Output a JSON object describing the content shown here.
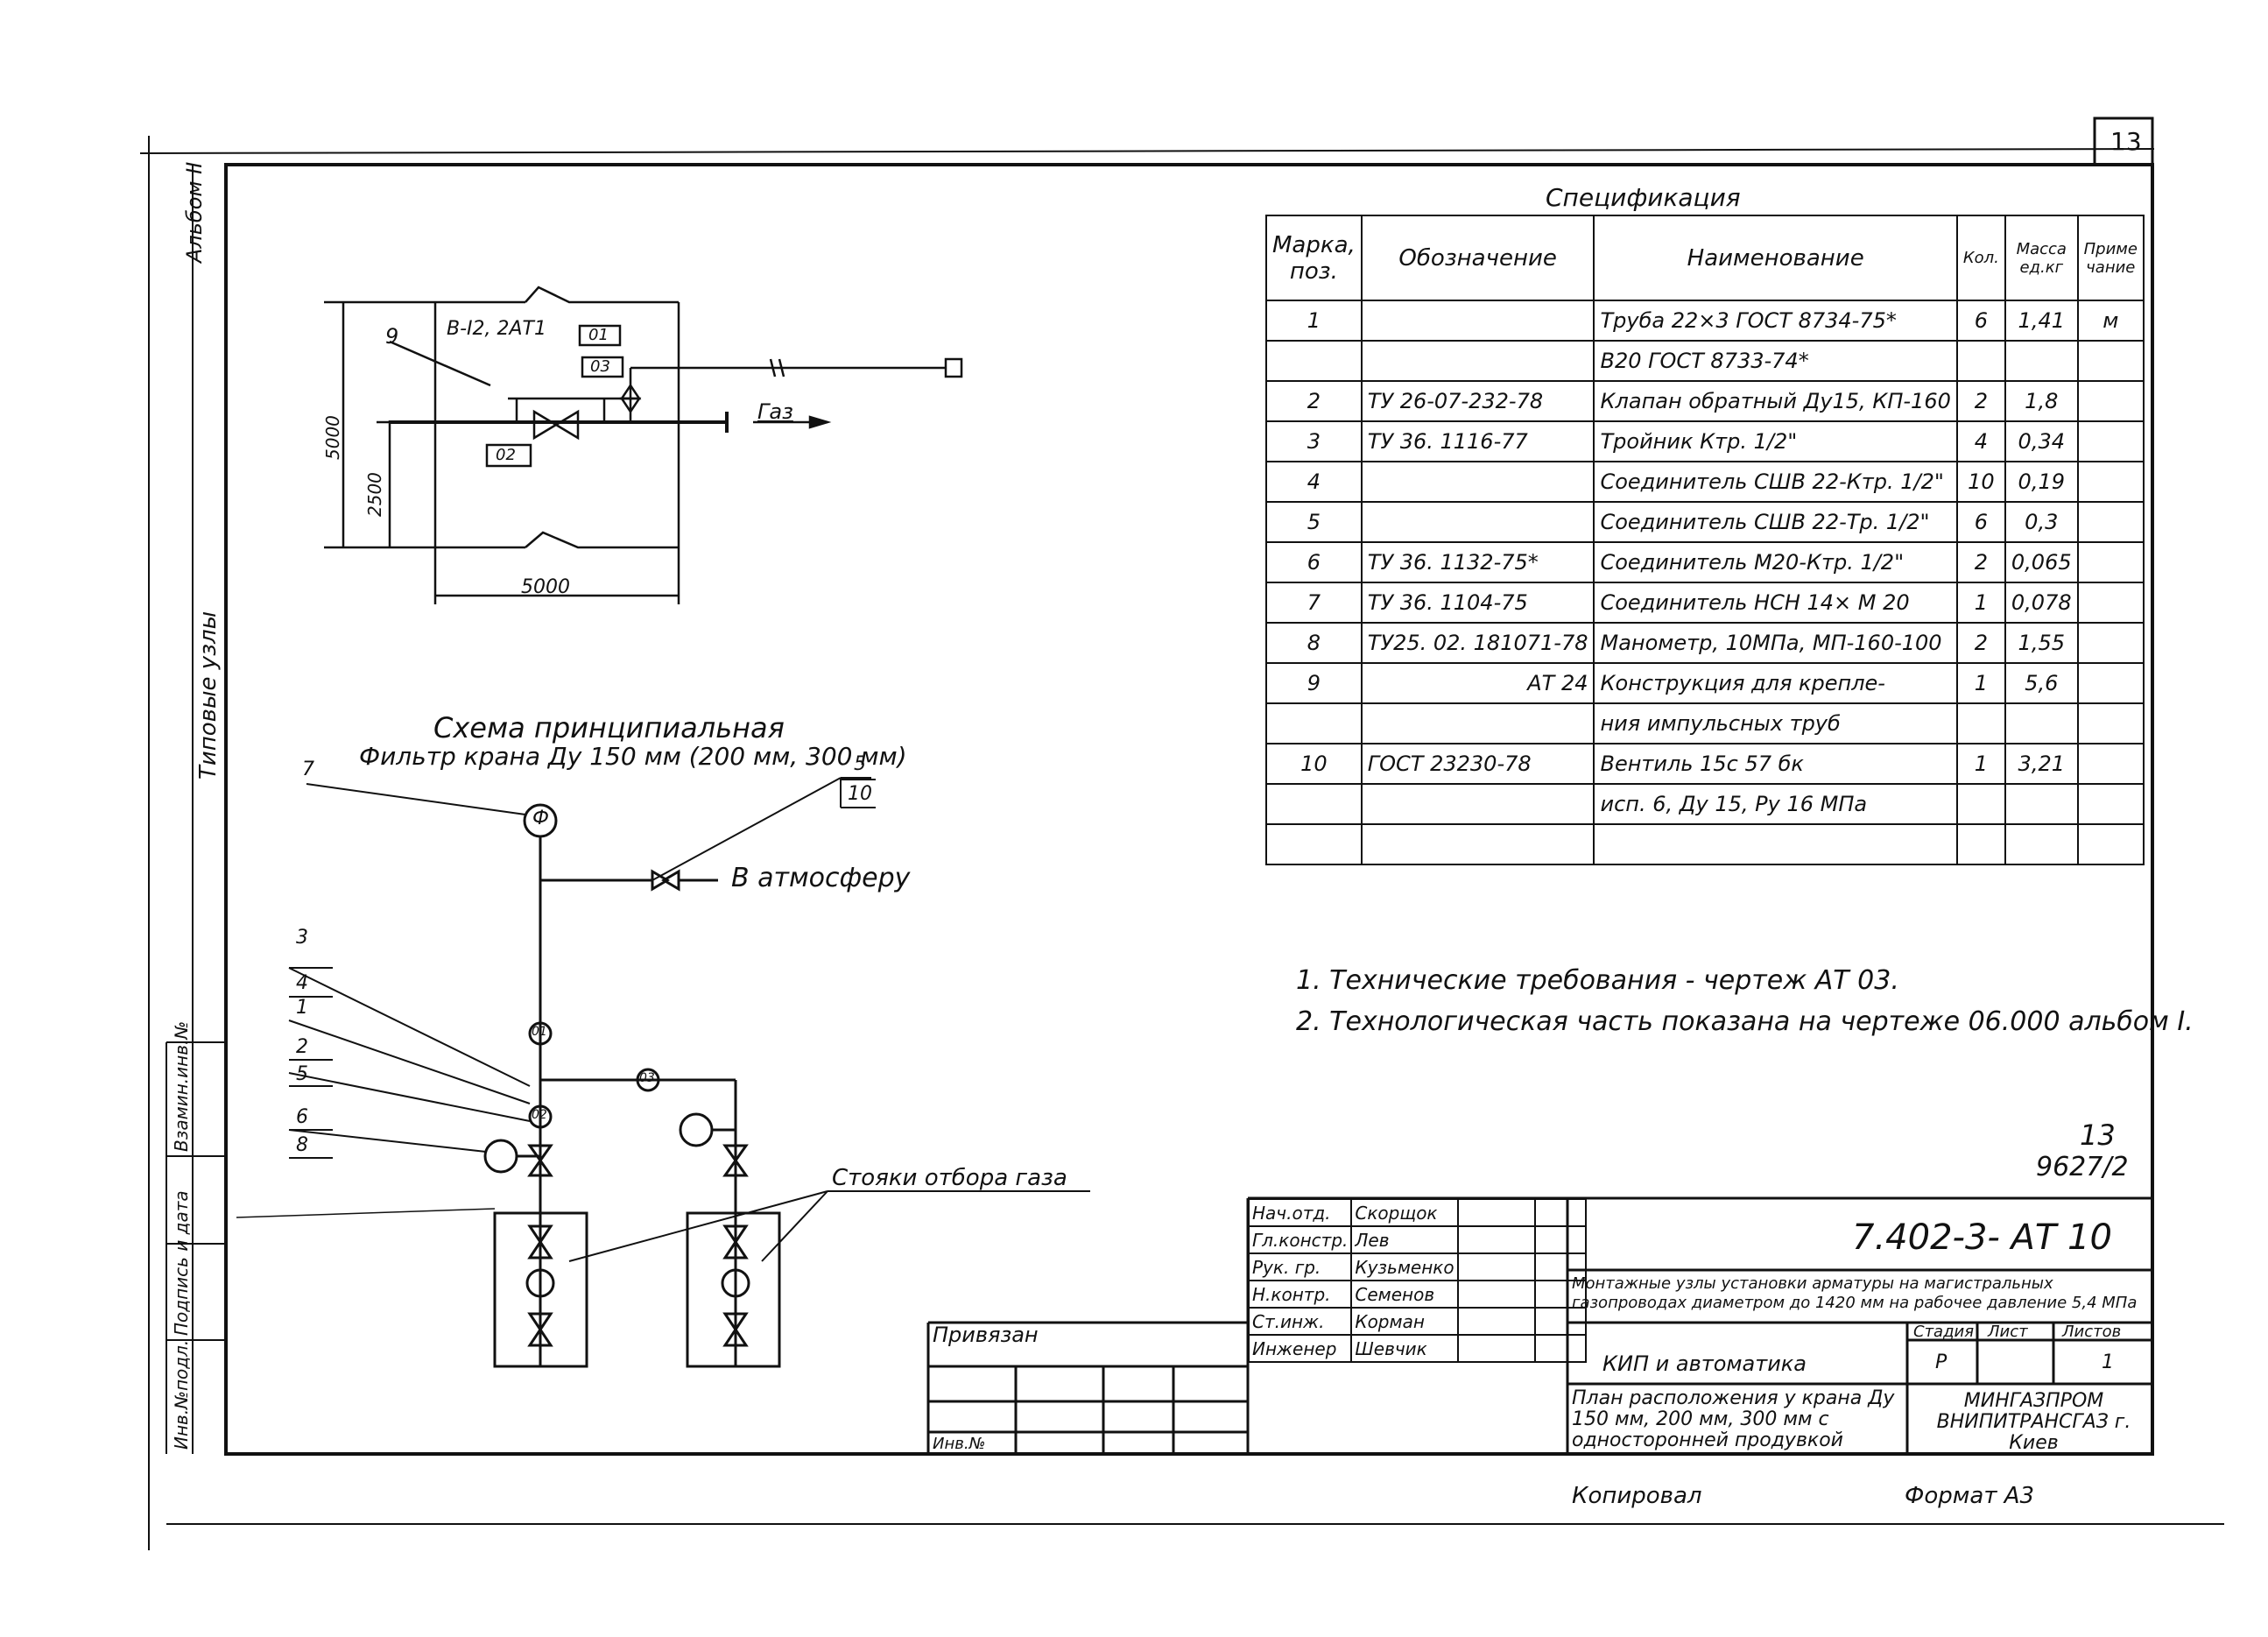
{
  "sheet_number": "13",
  "side_labels": {
    "album": "Альбом II",
    "typical": "Типовые узлы",
    "inv_orig": "Инв.№подл.",
    "sign_date": "Подпись и дата",
    "replace_inv": "Взамин.инв.№"
  },
  "plan": {
    "pipe_label": "В-I2, 2АТ1",
    "gas": "Газ",
    "dim_5000_v": "5000",
    "dim_2500": "2500",
    "dim_5000_h": "5000",
    "pos_9": "9",
    "box_01": "01",
    "box_03": "03",
    "box_02": "02"
  },
  "scheme": {
    "title": "Схема принципиальная",
    "subtitle": "Фильтр крана Ду 150 мм (200 мм, 300 мм)",
    "atmosphere": "В атмосферу",
    "stoyaki": "Стояки отбора газа",
    "callout_7": "7",
    "callout_5": "5",
    "callout_10": "10",
    "callout_3": "3",
    "callout_4": "4",
    "callout_1": "1",
    "callout_2": "2",
    "callout_5b": "5",
    "callout_6": "6",
    "callout_8": "8",
    "node_01": "01",
    "node_02": "02",
    "node_03": "03",
    "filter_symbol": "Ф"
  },
  "spec": {
    "title": "Спецификация",
    "headers": {
      "mark": "Марка, поз.",
      "code": "Обозначение",
      "name": "Наименование",
      "qty": "Кол.",
      "mass": "Масса ед.кг",
      "note": "Приме чание"
    },
    "rows": [
      {
        "mark": "1",
        "code": "",
        "name": "Труба 22×3 ГОСТ 8734-75*",
        "qty": "6",
        "mass": "1,41",
        "note": "м"
      },
      {
        "mark": "",
        "code": "",
        "name": "В20 ГОСТ 8733-74*",
        "qty": "",
        "mass": "",
        "note": ""
      },
      {
        "mark": "2",
        "code": "ТУ 26-07-232-78",
        "name": "Клапан обратный Ду15, КП-160",
        "qty": "2",
        "mass": "1,8",
        "note": ""
      },
      {
        "mark": "3",
        "code": "ТУ 36. 1116-77",
        "name": "Тройник Ктр. 1/2\"",
        "qty": "4",
        "mass": "0,34",
        "note": ""
      },
      {
        "mark": "4",
        "code": "",
        "name": "Соединитель СШВ 22-Ктр. 1/2\"",
        "qty": "10",
        "mass": "0,19",
        "note": ""
      },
      {
        "mark": "5",
        "code": "",
        "name": "Соединитель СШВ 22-Тр. 1/2\"",
        "qty": "6",
        "mass": "0,3",
        "note": ""
      },
      {
        "mark": "6",
        "code": "ТУ 36. 1132-75*",
        "name": "Соединитель М20-Ктр. 1/2\"",
        "qty": "2",
        "mass": "0,065",
        "note": ""
      },
      {
        "mark": "7",
        "code": "ТУ 36. 1104-75",
        "name": "Соединитель НСН 14× М 20",
        "qty": "1",
        "mass": "0,078",
        "note": ""
      },
      {
        "mark": "8",
        "code": "ТУ25. 02. 181071-78",
        "name": "Манометр, 10МПа, МП-160-100",
        "qty": "2",
        "mass": "1,55",
        "note": ""
      },
      {
        "mark": "9",
        "code": "АТ 24",
        "name": "Конструкция для крепле-",
        "qty": "1",
        "mass": "5,6",
        "note": ""
      },
      {
        "mark": "",
        "code": "",
        "name": "ния импульсных труб",
        "qty": "",
        "mass": "",
        "note": ""
      },
      {
        "mark": "10",
        "code": "ГОСТ 23230-78",
        "name": "Вентиль 15с 57 бк",
        "qty": "1",
        "mass": "3,21",
        "note": ""
      },
      {
        "mark": "",
        "code": "",
        "name": "исп. 6, Ду 15, Ру 16 МПа",
        "qty": "",
        "mass": "",
        "note": ""
      },
      {
        "mark": "",
        "code": "",
        "name": "",
        "qty": "",
        "mass": "",
        "note": ""
      }
    ]
  },
  "notes": [
    "1. Технические требования - чертеж АТ 03.",
    "2. Технологическая часть показана на чертеже 06.000 альбом I."
  ],
  "sheet_mark": {
    "num": "13",
    "code": "9627/2"
  },
  "title_block": {
    "doc_code": "7.402-3- АТ 10",
    "project": "Монтажные узлы установки арматуры на магистральных газопроводах диаметром до 1420 мм на рабочее давление 5,4 МПа",
    "section": "КИП и автоматика",
    "drawing_title": "План расположения у крана Ду 150 мм, 200 мм, 300 мм с односторонней продувкой",
    "stage_label": "Стадия",
    "sheet_label": "Лист",
    "sheets_label": "Листов",
    "stage": "Р",
    "sheet": "",
    "sheets": "1",
    "org": "МИНГАЗПРОМ ВНИПИТРАНСГАЗ г. Киев",
    "privyazan": "Привязан",
    "inv_no": "Инв.№",
    "copied": "Копировал",
    "format": "Формат А3",
    "signers": [
      {
        "role": "Нач.отд.",
        "name": "Скорщок"
      },
      {
        "role": "Гл.констр.",
        "name": "Лев"
      },
      {
        "role": "Рук. гр.",
        "name": "Кузьменко"
      },
      {
        "role": "Н.контр.",
        "name": "Семенов"
      },
      {
        "role": "Ст.инж.",
        "name": "Корман"
      },
      {
        "role": "Инженер",
        "name": "Шевчик"
      }
    ]
  }
}
